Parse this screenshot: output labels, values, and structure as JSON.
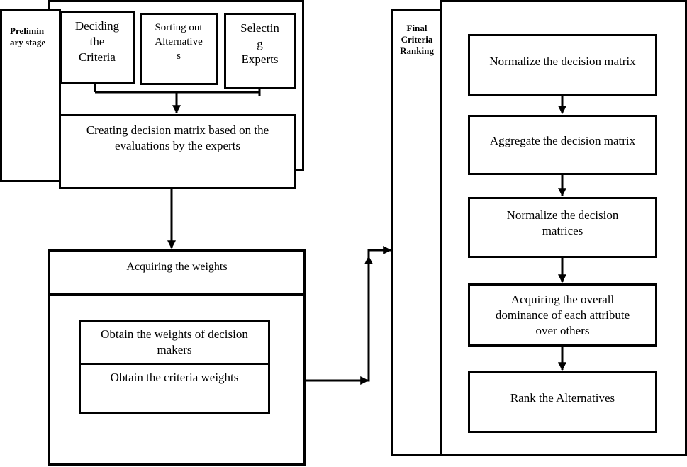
{
  "preliminary": {
    "label": "Prelimin\nary stage",
    "deciding_criteria": "Deciding\nthe\nCriteria",
    "sorting_alternatives": "Sorting out\nAlternative\ns",
    "selecting_experts": "Selectin\ng\nExperts",
    "creating_matrix": "Creating decision matrix based on the\nevaluations by the experts"
  },
  "weights": {
    "title": "Acquiring the weights",
    "obtain_dm_weights": "Obtain the weights of decision\nmakers",
    "obtain_criteria_weights": "Obtain the criteria weights"
  },
  "final": {
    "label": "Final\nCriteria\nRanking",
    "steps": [
      "Normalize the decision matrix",
      "Aggregate the decision matrix",
      "Normalize the decision\nmatrices",
      "Acquiring the overall\ndominance of each attribute\nover others",
      "Rank the Alternatives"
    ]
  }
}
